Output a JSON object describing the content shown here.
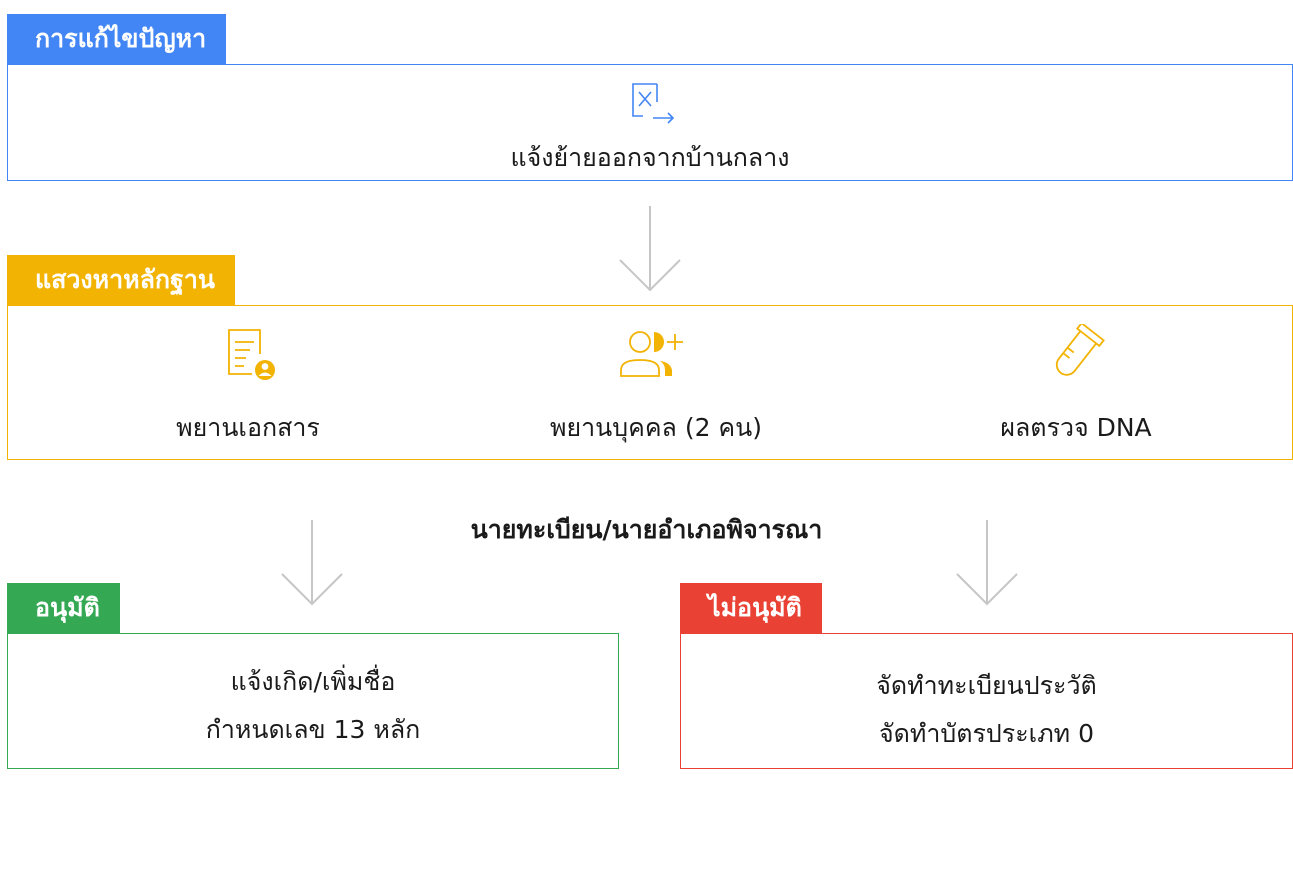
{
  "colors": {
    "blue": "#4285f4",
    "yellow": "#f2b302",
    "green": "#34a853",
    "red": "#e94235",
    "arrow": "#c6c6c6"
  },
  "problem": {
    "tag": "การแก้ไขปัญหา",
    "icon": "move-out-icon",
    "text": "แจ้งย้ายออกจากบ้านกลาง"
  },
  "evidence": {
    "tag": "แสวงหาหลักฐาน",
    "items": [
      {
        "icon": "document-person-icon",
        "label": "พยานเอกสาร"
      },
      {
        "icon": "add-person-icon",
        "label": "พยานบุคคล (2 คน)"
      },
      {
        "icon": "test-tube-icon",
        "label": "ผลตรวจ DNA"
      }
    ]
  },
  "decision": {
    "caption": "นายทะเบียน/นายอำเภอพิจารณา"
  },
  "approved": {
    "tag": "อนุมัติ",
    "lines": [
      "แจ้งเกิด/เพิ่มชื่อ",
      "กำหนดเลข 13 หลัก"
    ]
  },
  "rejected": {
    "tag": "ไม่อนุมัติ",
    "lines": [
      "จัดทำทะเบียนประวัติ",
      "จัดทำบัตรประเภท 0"
    ]
  }
}
